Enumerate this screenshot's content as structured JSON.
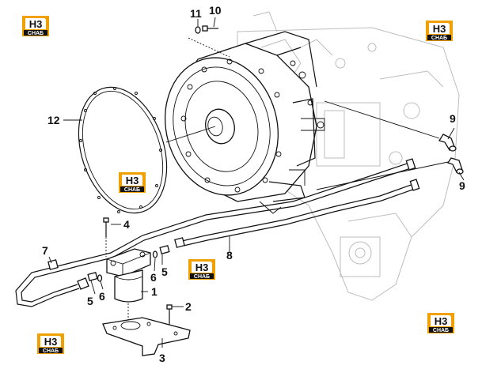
{
  "callouts": {
    "c1": "1",
    "c2": "2",
    "c3": "3",
    "c4": "4",
    "c5a": "5",
    "c5b": "5",
    "c6a": "6",
    "c6b": "6",
    "c7": "7",
    "c8": "8",
    "c9a": "9",
    "c9b": "9",
    "c10": "10",
    "c11": "11",
    "c12": "12"
  },
  "watermark": {
    "mark": "H3",
    "sub": "CHAБ"
  },
  "colors": {
    "logo_orange": "#f0a000",
    "line": "#111111",
    "ghost": "#bdbdbd"
  }
}
